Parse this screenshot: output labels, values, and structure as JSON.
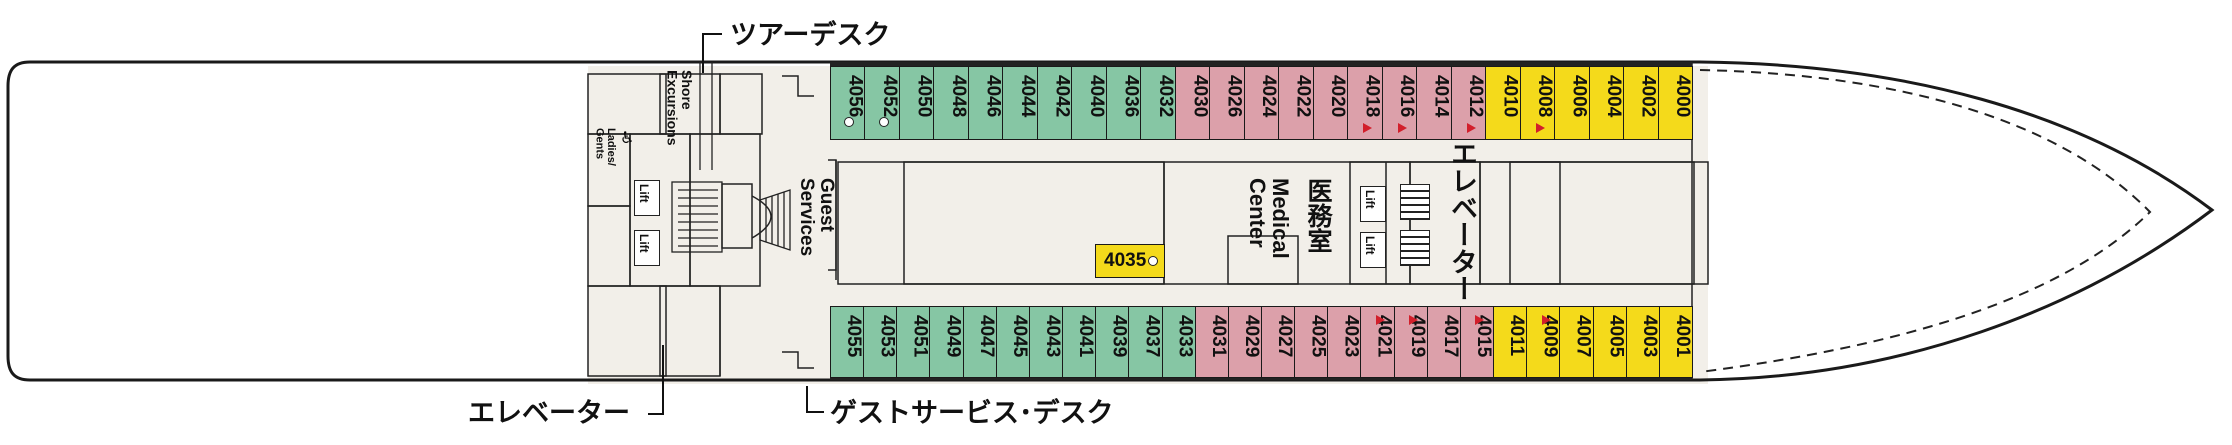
{
  "labels": {
    "tour_desk": "ツアーデスク",
    "elevator_bottom": "エレベーター",
    "guest_desk": "ゲストサービス･デスク",
    "shore_excursions": "Shore Excursions",
    "guest_services": "Guest Services",
    "ladies_gents": "Ladies/ Gents",
    "medical_center": "Medical Center",
    "medical_room": "医務室",
    "elevator_center": "エレベーター",
    "lift": "Lift",
    "cabin_4035": "4035"
  },
  "colors": {
    "green": "#86c6a4",
    "pink": "#dca0aa",
    "yellow": "#f4da1b",
    "corridor": "#f2efe9",
    "hull": "#1a1a1a"
  },
  "rows": {
    "top": [
      {
        "num": "4056",
        "color": "green",
        "dot": true
      },
      {
        "num": "4052",
        "color": "green",
        "dot": true
      },
      {
        "num": "4050",
        "color": "green"
      },
      {
        "num": "4048",
        "color": "green"
      },
      {
        "num": "4046",
        "color": "green"
      },
      {
        "num": "4044",
        "color": "green"
      },
      {
        "num": "4042",
        "color": "green"
      },
      {
        "num": "4040",
        "color": "green"
      },
      {
        "num": "4036",
        "color": "green"
      },
      {
        "num": "4032",
        "color": "green"
      },
      {
        "num": "4030",
        "color": "pink"
      },
      {
        "num": "4026",
        "color": "pink"
      },
      {
        "num": "4024",
        "color": "pink"
      },
      {
        "num": "4022",
        "color": "pink"
      },
      {
        "num": "4020",
        "color": "pink"
      },
      {
        "num": "4018",
        "color": "pink",
        "flag": true
      },
      {
        "num": "4016",
        "color": "pink",
        "flag": true
      },
      {
        "num": "4014",
        "color": "pink"
      },
      {
        "num": "4012",
        "color": "pink",
        "flag": true
      },
      {
        "num": "4010",
        "color": "yellow"
      },
      {
        "num": "4008",
        "color": "yellow",
        "flag": true
      },
      {
        "num": "4006",
        "color": "yellow"
      },
      {
        "num": "4004",
        "color": "yellow"
      },
      {
        "num": "4002",
        "color": "yellow"
      },
      {
        "num": "4000",
        "color": "yellow"
      }
    ],
    "bottom": [
      {
        "num": "4055",
        "color": "green"
      },
      {
        "num": "4053",
        "color": "green"
      },
      {
        "num": "4051",
        "color": "green"
      },
      {
        "num": "4049",
        "color": "green"
      },
      {
        "num": "4047",
        "color": "green"
      },
      {
        "num": "4045",
        "color": "green"
      },
      {
        "num": "4043",
        "color": "green"
      },
      {
        "num": "4041",
        "color": "green"
      },
      {
        "num": "4039",
        "color": "green"
      },
      {
        "num": "4037",
        "color": "green"
      },
      {
        "num": "4033",
        "color": "green"
      },
      {
        "num": "4031",
        "color": "pink"
      },
      {
        "num": "4029",
        "color": "pink"
      },
      {
        "num": "4027",
        "color": "pink"
      },
      {
        "num": "4025",
        "color": "pink"
      },
      {
        "num": "4023",
        "color": "pink"
      },
      {
        "num": "4021",
        "color": "pink",
        "flag": true
      },
      {
        "num": "4019",
        "color": "pink",
        "flag": true
      },
      {
        "num": "4017",
        "color": "pink"
      },
      {
        "num": "4015",
        "color": "pink",
        "flag": true
      },
      {
        "num": "4011",
        "color": "yellow"
      },
      {
        "num": "4009",
        "color": "yellow",
        "flag": true
      },
      {
        "num": "4007",
        "color": "yellow"
      },
      {
        "num": "4005",
        "color": "yellow"
      },
      {
        "num": "4003",
        "color": "yellow"
      },
      {
        "num": "4001",
        "color": "yellow"
      }
    ]
  }
}
